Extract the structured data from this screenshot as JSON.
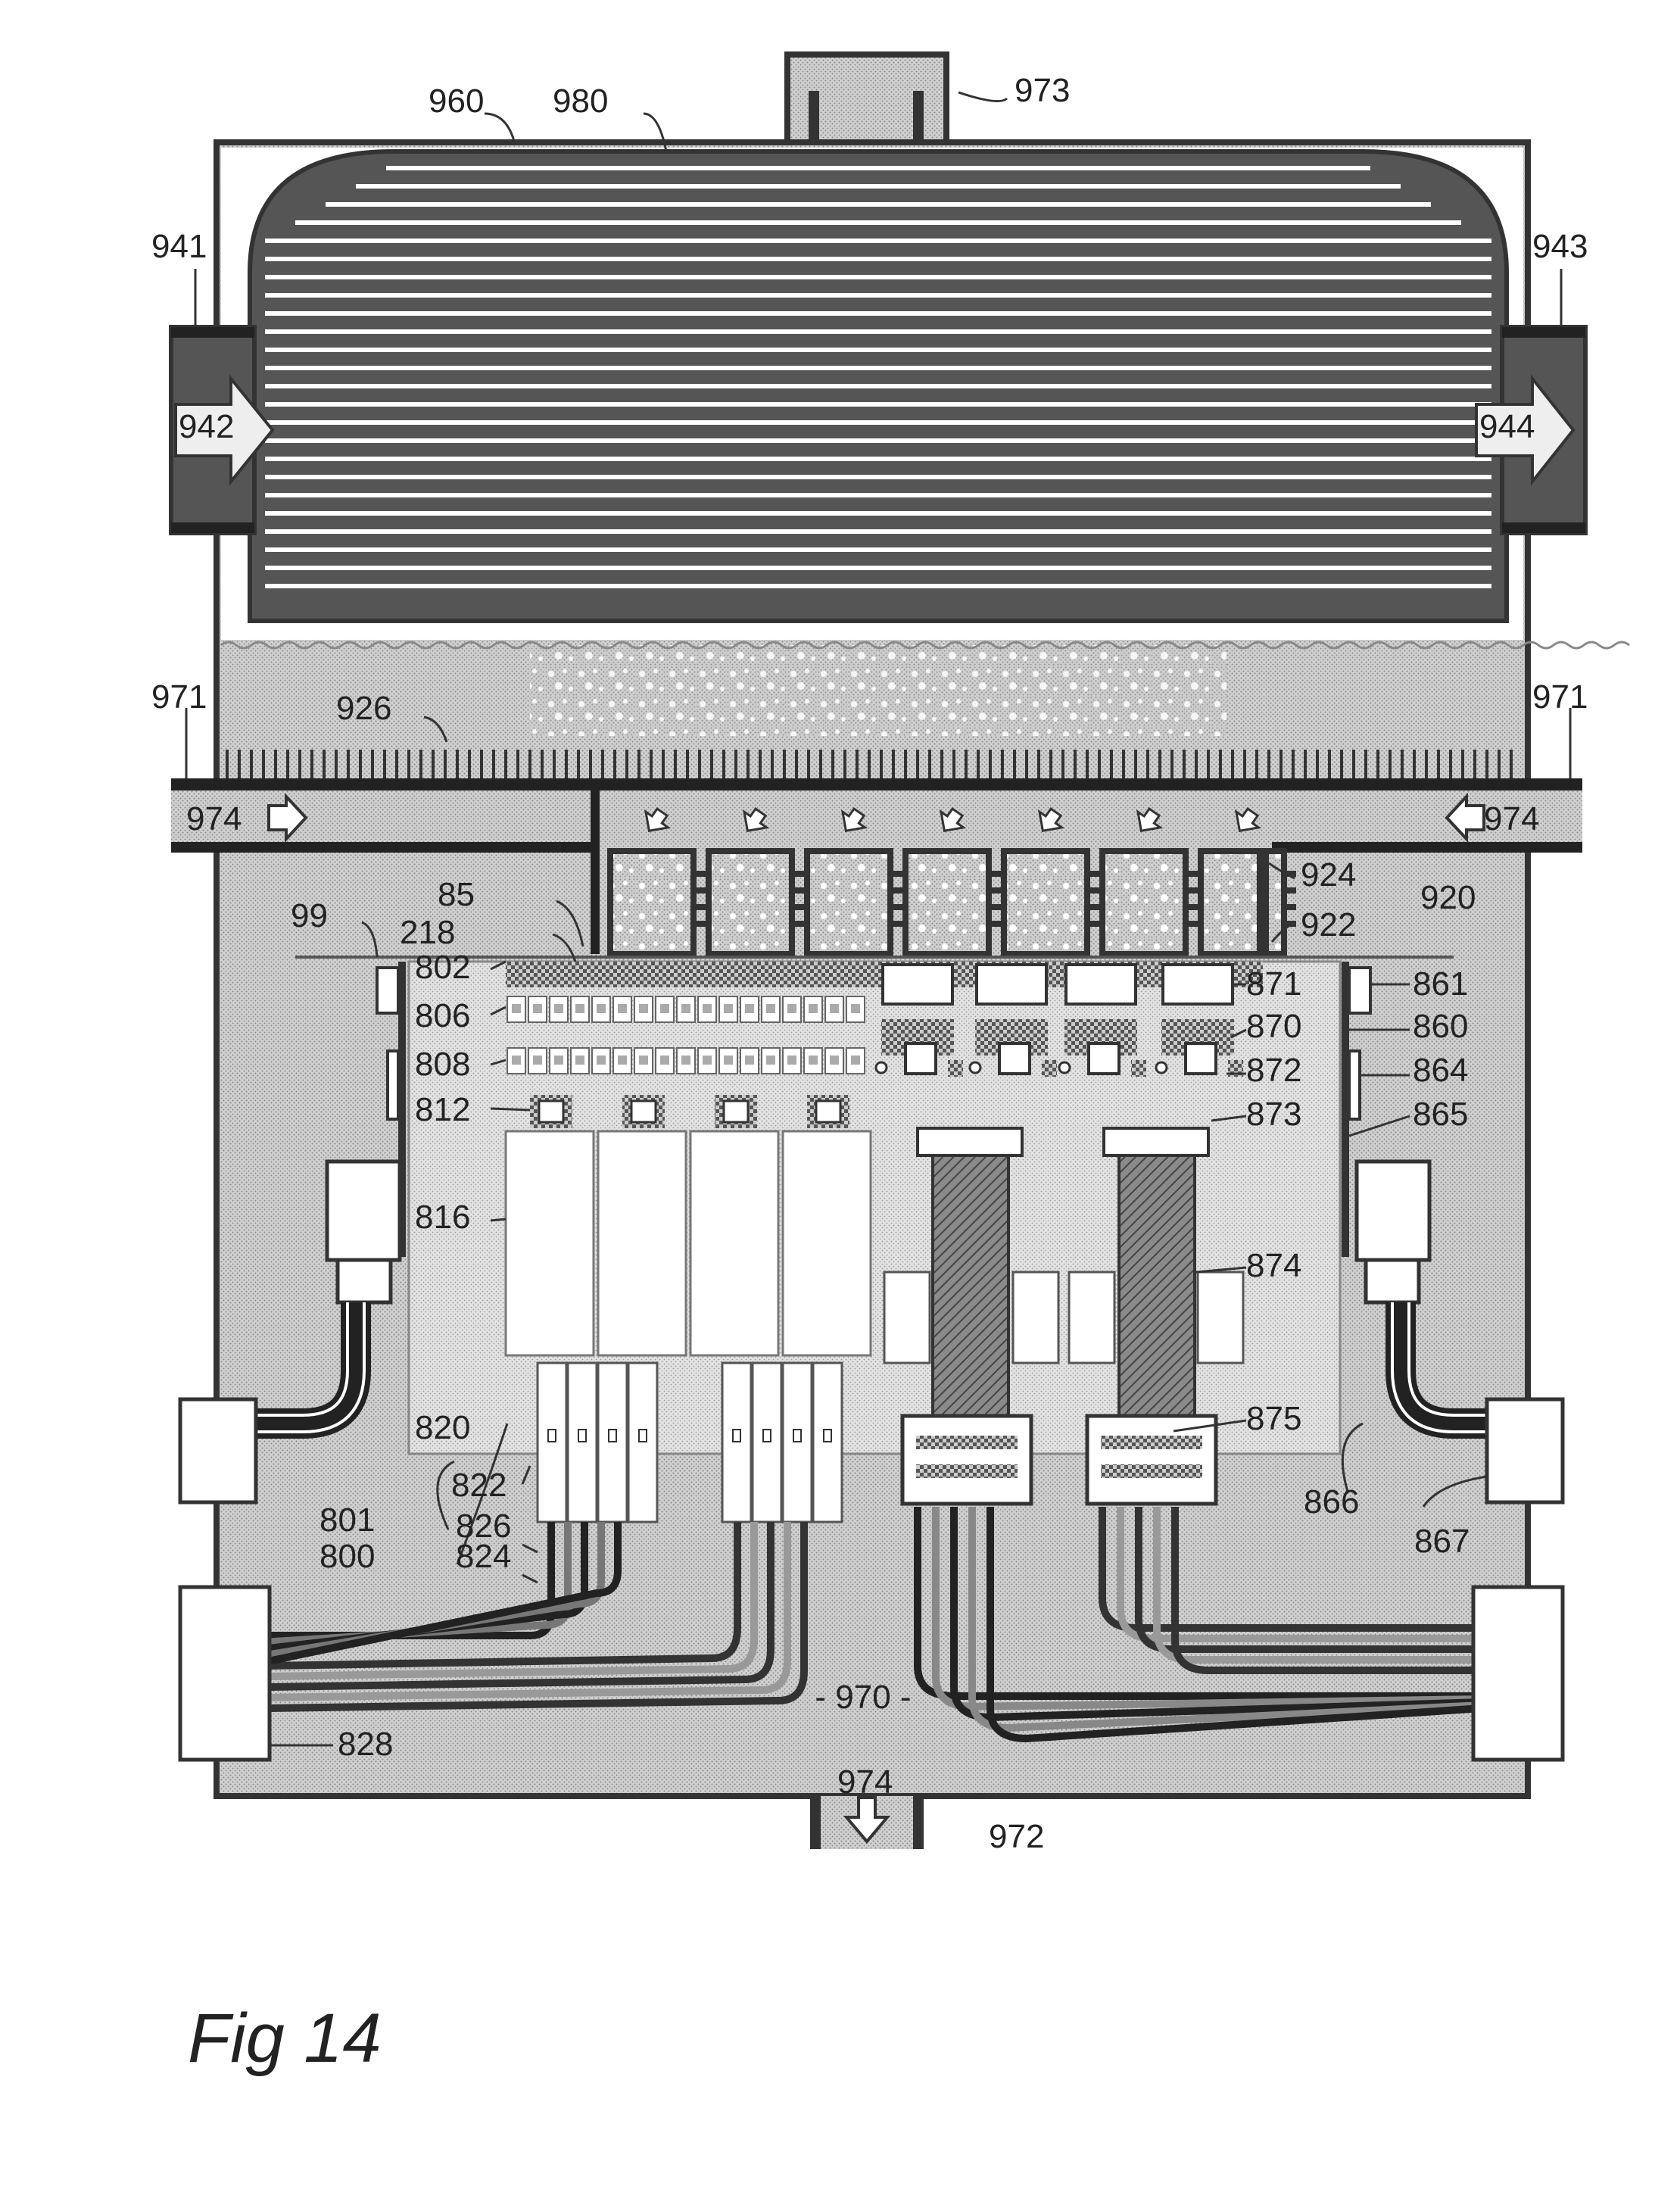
{
  "figure": {
    "title": "Fig 14",
    "center_label": "- 970 -"
  },
  "labels": [
    {
      "id": "960",
      "text": "960"
    },
    {
      "id": "980",
      "text": "980"
    },
    {
      "id": "973",
      "text": "973"
    },
    {
      "id": "941",
      "text": "941"
    },
    {
      "id": "943",
      "text": "943"
    },
    {
      "id": "942",
      "text": "942"
    },
    {
      "id": "944",
      "text": "944"
    },
    {
      "id": "971-left",
      "text": "971"
    },
    {
      "id": "971-right",
      "text": "971"
    },
    {
      "id": "926",
      "text": "926"
    },
    {
      "id": "974-left",
      "text": "974"
    },
    {
      "id": "974-right",
      "text": "974"
    },
    {
      "id": "974-bottom",
      "text": "974"
    },
    {
      "id": "924",
      "text": "924"
    },
    {
      "id": "920",
      "text": "920"
    },
    {
      "id": "922",
      "text": "922"
    },
    {
      "id": "85",
      "text": "85"
    },
    {
      "id": "99",
      "text": "99"
    },
    {
      "id": "218",
      "text": "218"
    },
    {
      "id": "802",
      "text": "802"
    },
    {
      "id": "806",
      "text": "806"
    },
    {
      "id": "808",
      "text": "808"
    },
    {
      "id": "812",
      "text": "812"
    },
    {
      "id": "816",
      "text": "816"
    },
    {
      "id": "820",
      "text": "820"
    },
    {
      "id": "822",
      "text": "822"
    },
    {
      "id": "801",
      "text": "801"
    },
    {
      "id": "800",
      "text": "800"
    },
    {
      "id": "826",
      "text": "826"
    },
    {
      "id": "824",
      "text": "824"
    },
    {
      "id": "828",
      "text": "828"
    },
    {
      "id": "871",
      "text": "871"
    },
    {
      "id": "861",
      "text": "861"
    },
    {
      "id": "870",
      "text": "870"
    },
    {
      "id": "860",
      "text": "860"
    },
    {
      "id": "872",
      "text": "872"
    },
    {
      "id": "864",
      "text": "864"
    },
    {
      "id": "873",
      "text": "873"
    },
    {
      "id": "865",
      "text": "865"
    },
    {
      "id": "874",
      "text": "874"
    },
    {
      "id": "875",
      "text": "875"
    },
    {
      "id": "866",
      "text": "866"
    },
    {
      "id": "867",
      "text": "867"
    },
    {
      "id": "972",
      "text": "972"
    }
  ],
  "colors": {
    "outline": "#333333",
    "dark": "#4a4a4a",
    "fill_light": "#d4d4d4",
    "fill_mid": "#bdbdbd",
    "white": "#ffffff"
  }
}
